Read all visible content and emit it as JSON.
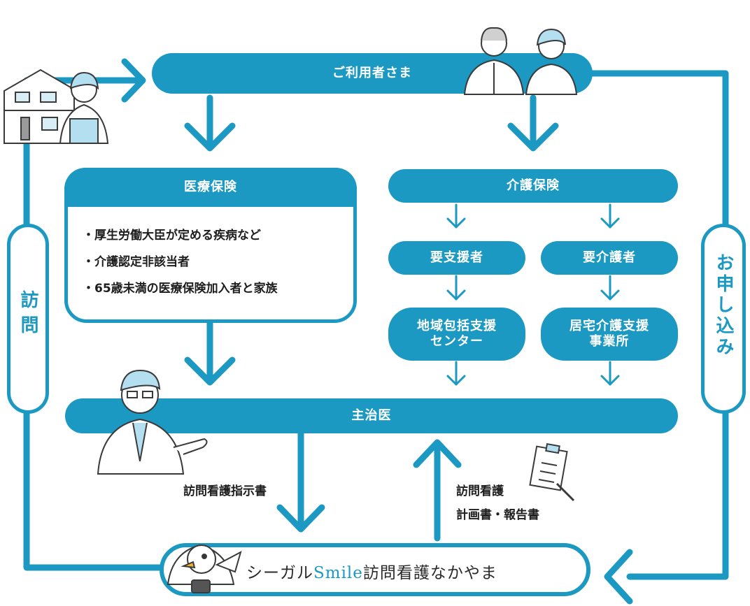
{
  "colors": {
    "accent": "#1b99c2",
    "text": "#1d1d1d"
  },
  "user": {
    "label": "ご利用者さま"
  },
  "medical": {
    "label": "医療保険",
    "items": [
      "厚生労働大臣が定める疾病など",
      "介護認定非該当者",
      "65歳未満の医療保険加入者と家族"
    ]
  },
  "care": {
    "label": "介護保険",
    "support": {
      "label": "要支援者",
      "office": "地域包括支援\nセンター"
    },
    "care_need": {
      "label": "要介護者",
      "office": "居宅介護支援\n事業所"
    }
  },
  "doctor": {
    "label": "主治医"
  },
  "docs": {
    "instruction": "訪問看護指示書",
    "plan": "訪問看護\n計画書・報告書"
  },
  "side": {
    "visit": "訪問",
    "apply": "お申し込み"
  },
  "station": {
    "prefix": "シーガル",
    "smile": "Smile",
    "suffix": "訪問看護なかやま"
  },
  "icons": [
    "house-icon",
    "nurse-icon",
    "elderly-couple-icon",
    "doctor-icon",
    "clipboard-icon",
    "seagull-mascot-icon"
  ]
}
